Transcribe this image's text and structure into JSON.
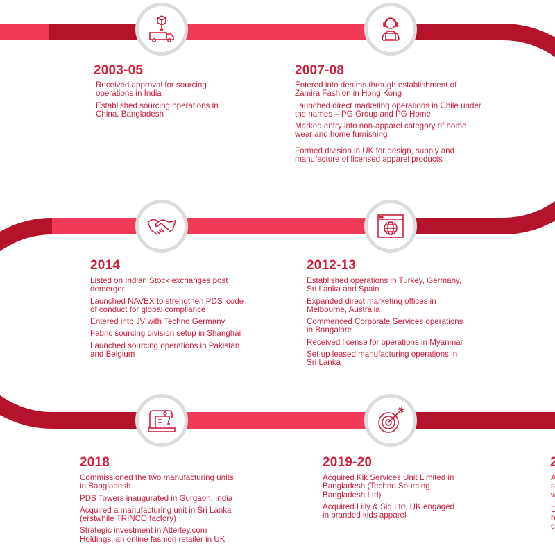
{
  "colors": {
    "ribbon_light": "#f03a57",
    "ribbon_dark": "#b5122b",
    "text": "#d01f3c",
    "icon": "#d01f3c",
    "node_ring": "#dcdcdc"
  },
  "milestones": [
    {
      "year": "2003-05",
      "icon": "delivery-truck-icon",
      "items": [
        "Received approval for sourcing\noperations in India",
        "Established sourcing operations in\nChina, Bangladesh"
      ]
    },
    {
      "year": "2007-08",
      "icon": "person-laptop-icon",
      "items": [
        "Entered into denims through establishment of\nZamira Fashion in Hong Kong",
        "Launched direct marketing operations in Chile under\nthe names – PG Group and PG Home",
        "Marked entry into non-apparel category of home\nwear and home furnishing",
        "Formed division in UK for design, supply and\nmanufacture of licensed apparel products"
      ]
    },
    {
      "year": "2014",
      "icon": "handshake-icon",
      "items": [
        "Listed on Indian Stock exchanges post\ndemerger",
        "Launched NAVEX to strengthen PDS' code\nof conduct for global compliance",
        "Entered into JV with Techno Germany",
        "Fabric sourcing division setup in Shanghai",
        "Launched sourcing operations in Pakistan\nand Belgium"
      ]
    },
    {
      "year": "2012-13",
      "icon": "globe-browser-icon",
      "items": [
        "Established operations in Turkey, Germany,\nSri Lanka and Spain",
        "Expanded direct marketing offices in\nMelbourne, Australia",
        "Commenced Corporate Services operations\nin Bangalore",
        "Received license for operations in Myanmar",
        "Set up leased manufacturing operations in\nSri Lanka"
      ]
    },
    {
      "year": "2018",
      "icon": "sewing-machine-icon",
      "items": [
        "Commissioned the two manufacturing units\nin Bangladesh",
        " PDS Towers inaugurated in Gurgaon, India",
        " Acquired a manufacturing unit in Sri Lanka\n(erstwhile TRINCO factory)",
        " Strategic investment in Atterley.com\nHoldings, an online fashion retailer in UK"
      ]
    },
    {
      "year": "2019-20",
      "icon": "target-arrow-icon",
      "items": [
        "Acquired Kik Services Unit Limited in\nBangladesh (Techno Sourcing\nBangladesh Ltd)",
        "Acquired Lilly & Sid Ltd, UK engaged\nin branded kids apparel"
      ]
    }
  ],
  "cutoff_fragments": {
    "year": "2",
    "lines": [
      "A",
      "s",
      "w",
      "E",
      "b",
      "c"
    ]
  }
}
